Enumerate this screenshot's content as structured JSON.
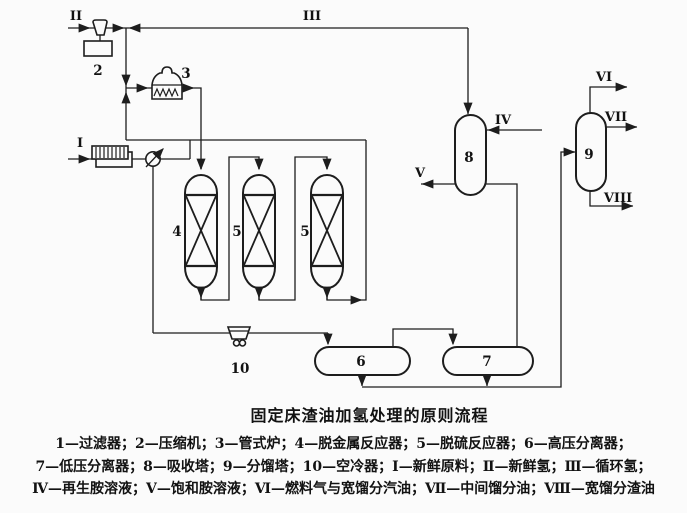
{
  "caption": {
    "title": "固定床渣油加氢处理的原则流程",
    "legend": [
      "1—过滤器；2—压缩机；3—管式炉；4—脱金属反应器；5—脱硫反应器；6—高压分离器；",
      "7—低压分离器；8—吸收塔；9—分馏塔；10—空冷器；Ⅰ—新鲜原料；Ⅱ—新鲜氢；Ⅲ—循环氢；",
      "Ⅳ—再生胺溶液；Ⅴ—饱和胺溶液；Ⅵ—燃料气与宽馏分汽油；Ⅶ—中间馏分油；Ⅷ—宽馏分渣油"
    ]
  },
  "diagram": {
    "equipment": {
      "compressor": "2",
      "tube_furnace": "3",
      "demetallization_reactor": "4",
      "desulfurization_reactor_1": "5",
      "desulfurization_reactor_2": "5",
      "hp_separator": "6",
      "lp_separator": "7",
      "absorber": "8",
      "fractionator": "9",
      "air_cooler": "10"
    },
    "streams": {
      "fresh_feed": "I",
      "fresh_hydrogen": "II",
      "recycle_hydrogen": "III",
      "regenerated_amine": "IV",
      "saturated_amine": "V",
      "fuel_gas_and_wide_naphtha": "VI",
      "middle_distillate": "VII",
      "wide_cut_residue": "VIII"
    },
    "colors": {
      "line": "#1d1d1d",
      "background": "#fbfbfb"
    }
  }
}
